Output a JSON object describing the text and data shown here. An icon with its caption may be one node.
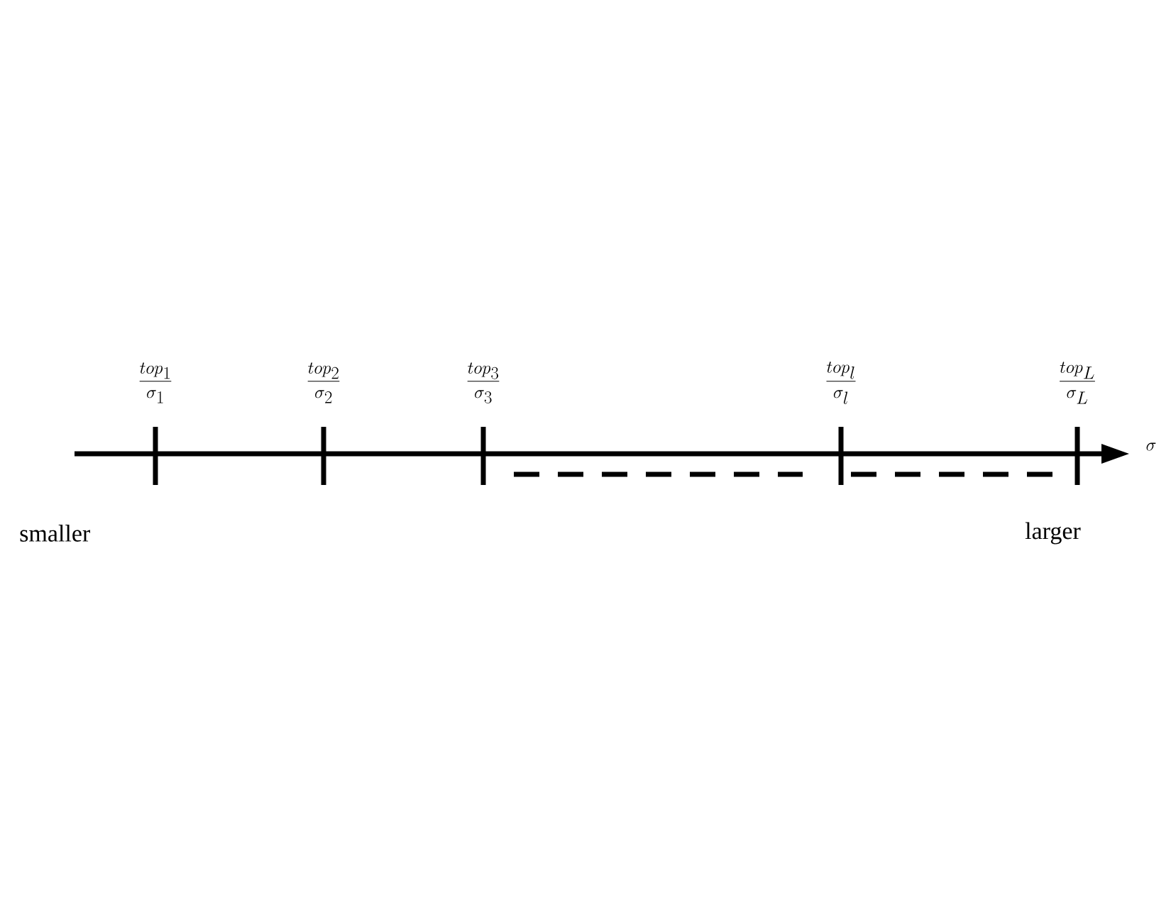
{
  "diagram": {
    "labels": [
      "\\dfrac{top_1}{\\sigma_1}",
      "\\dfrac{top_2}{\\sigma_2}",
      "\\dfrac{top_3}{\\sigma_3}",
      "\\dfrac{top_l}{\\sigma_l}",
      "\\dfrac{top_L}{\\sigma_L}",
      "\\sigma",
      "smaller",
      "larger"
    ]
  }
}
